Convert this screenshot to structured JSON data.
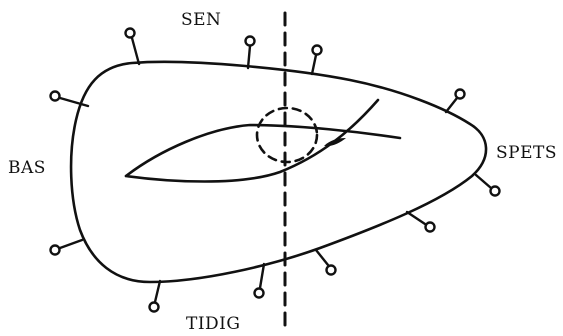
{
  "labels": {
    "top": "SEN",
    "left": "BAS",
    "right": "SPETS",
    "bottom": "TIDIG"
  },
  "colors": {
    "stroke": "#111111",
    "background": "#ffffff"
  },
  "marker_icon": "pin-icon"
}
